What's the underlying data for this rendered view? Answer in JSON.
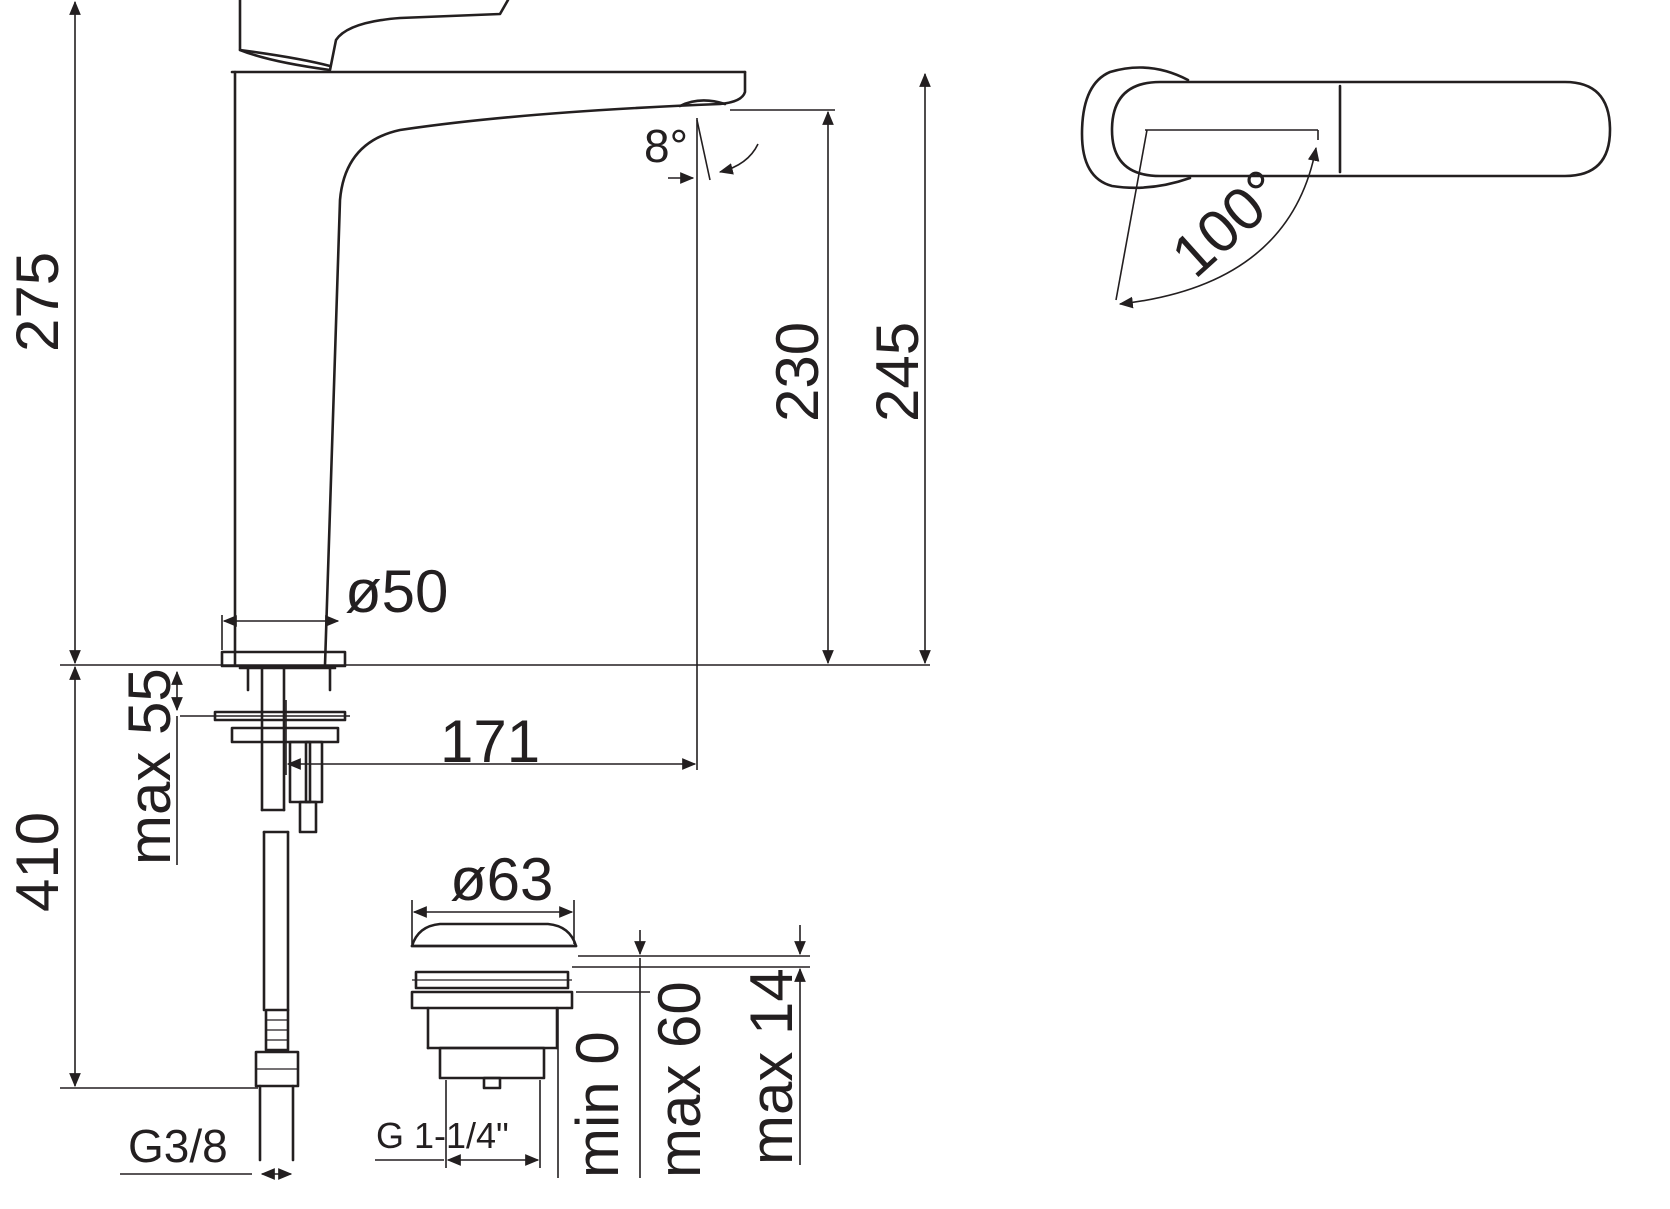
{
  "faucet_side_view": {
    "total_height": "275",
    "spout_clearance": "230",
    "spout_height": "245",
    "spout_angle": "8°",
    "base_diameter": "ø50",
    "spout_reach": "171",
    "max_deck_thickness": "max 55",
    "hose_length": "410",
    "hose_thread": "G3/8"
  },
  "lever_top_view": {
    "lever_rotation": "100°"
  },
  "drain_valve": {
    "cap_diameter": "ø63",
    "thread": "G 1-1/4\"",
    "min_height": "min 0",
    "max_length": "max 60",
    "max_flange": "max 14"
  }
}
